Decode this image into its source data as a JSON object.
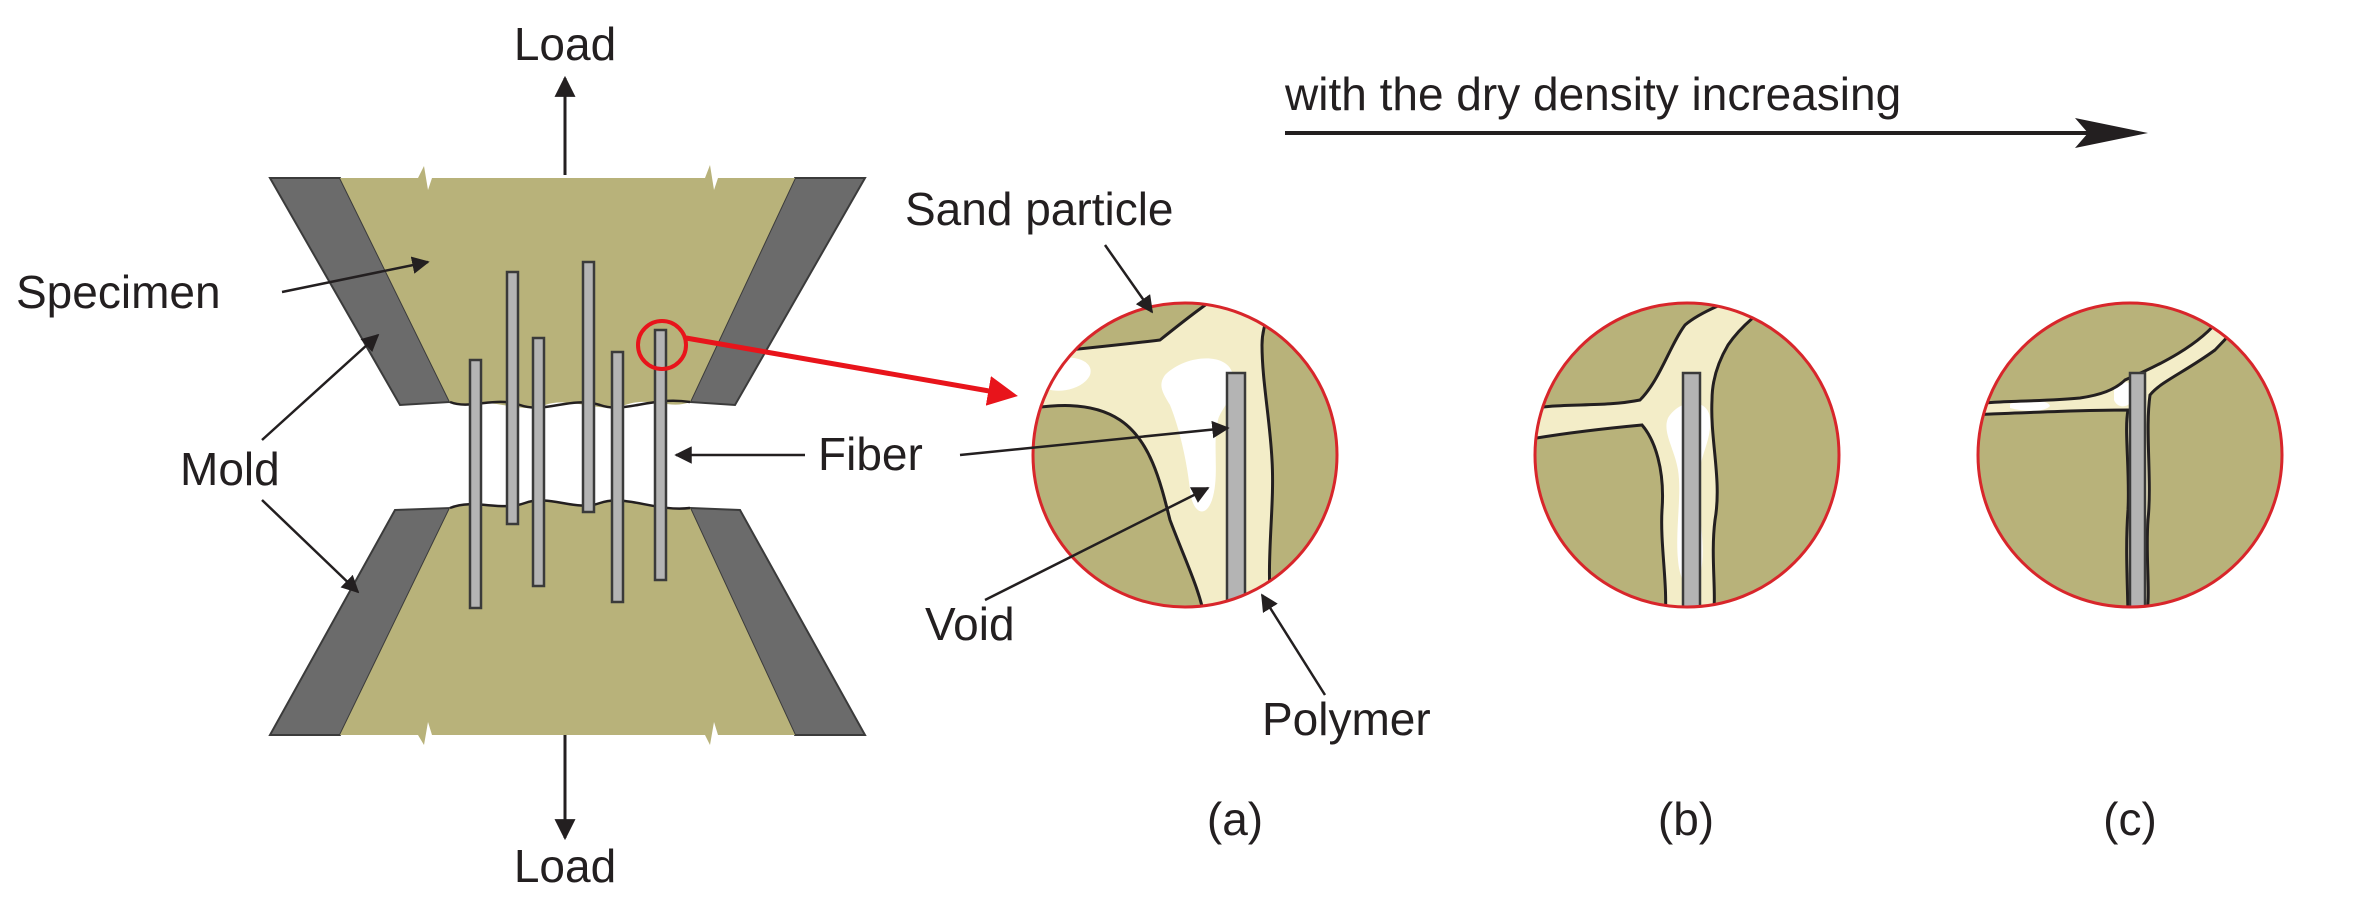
{
  "labels": {
    "load_top": "Load",
    "load_bottom": "Load",
    "specimen": "Specimen",
    "mold": "Mold",
    "fiber": "Fiber",
    "sand_particle": "Sand particle",
    "void": "Void",
    "polymer": "Polymer",
    "trend": "with the dry density increasing"
  },
  "panels": [
    {
      "id": "a",
      "caption": "(a)"
    },
    {
      "id": "b",
      "caption": "(b)"
    },
    {
      "id": "c",
      "caption": "(c)"
    }
  ],
  "colors": {
    "soil": "#b8b27a",
    "polymer": "#f3edc8",
    "mold": "#6b6b6b",
    "fiber": "#b4b4b4",
    "circle_outline": "#d8262b",
    "zoom_arrow": "#e8141b",
    "text": "#231f20"
  }
}
